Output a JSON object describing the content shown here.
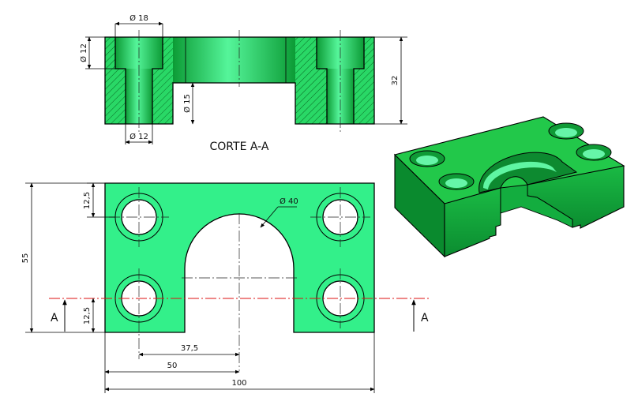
{
  "section_view": {
    "title": "CORTE A-A",
    "dims": {
      "counterbore_dia": "Ø 18",
      "counterbore_depth_dia": "Ø 12",
      "hole_dia": "Ø 12",
      "slot_dia": "Ø 15",
      "height": "32"
    }
  },
  "plan_view": {
    "dims": {
      "slot_radius": "Ø 40",
      "hole_offset_top": "12,5",
      "hole_offset_bottom": "12,5",
      "total_height": "55",
      "hole_x": "37,5",
      "half_width": "50",
      "total_width": "100"
    },
    "section_marks": [
      "A",
      "A"
    ]
  },
  "colors": {
    "face": "#33f08a",
    "face_dark": "#0fa33d",
    "iso_top": "#22c84a",
    "iso_front": "#0d9a34",
    "iso_side": "#087a26",
    "cutting_plane": "#dd1111"
  }
}
